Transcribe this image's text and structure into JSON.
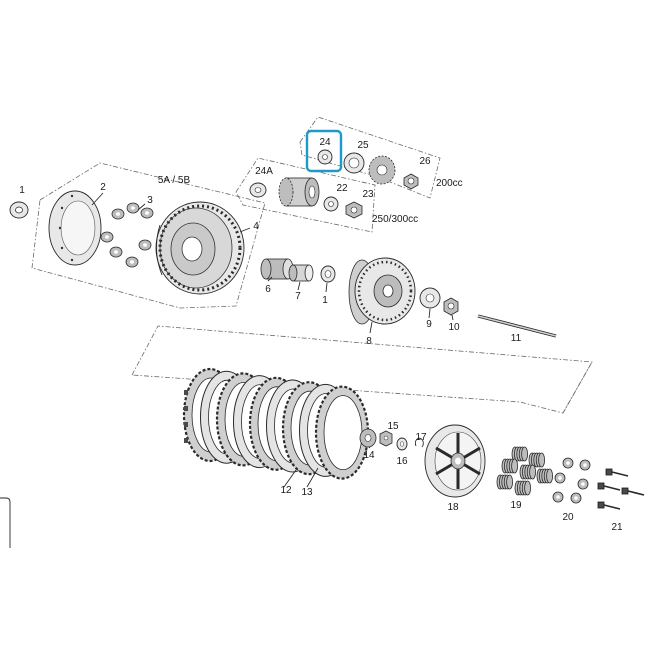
{
  "highlight_color": "#1e9ac9",
  "labels": {
    "p1a": "1",
    "p2": "2",
    "p3": "3",
    "p4": "4",
    "p5": "5A / 5B",
    "p6": "6",
    "p7": "7",
    "p1b": "1",
    "p8": "8",
    "p9": "9",
    "p10": "10",
    "p11": "11",
    "p24": "24",
    "p25": "25",
    "p26": "26",
    "cc200": "200cc",
    "p24a": "24A",
    "p22": "22",
    "p23": "23",
    "cc250": "250/300cc",
    "p12": "12",
    "p13": "13",
    "p14": "14",
    "p15": "15",
    "p16": "16",
    "p17": "17",
    "p18": "18",
    "p19": "19",
    "p20": "20",
    "p21": "21"
  }
}
